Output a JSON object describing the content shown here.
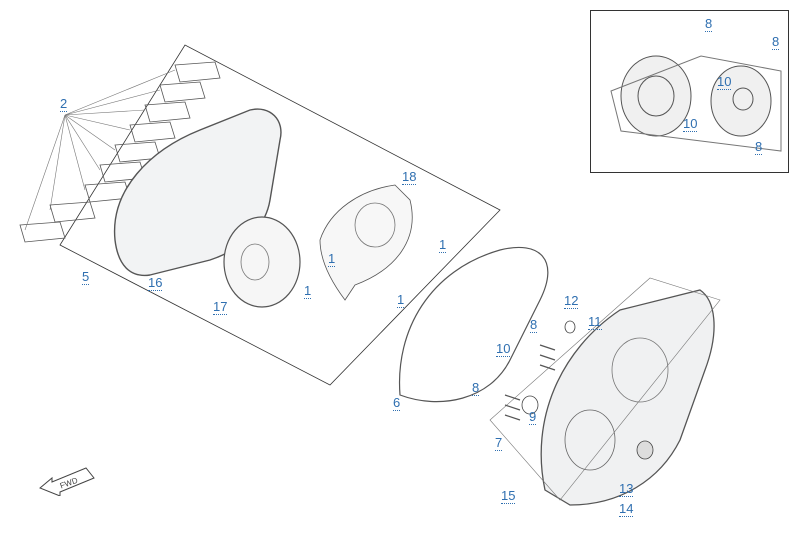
{
  "callouts": {
    "c1a": "1",
    "c1b": "1",
    "c1c": "1",
    "c1d": "1",
    "c2": "2",
    "c5": "5",
    "c6": "6",
    "c7": "7",
    "c8a": "8",
    "c8b": "8",
    "c9": "9",
    "c10": "10",
    "c11": "11",
    "c12": "12",
    "c13": "13",
    "c14": "14",
    "c15": "15",
    "c16": "16",
    "c17": "17",
    "c18": "18"
  },
  "inset": {
    "c8a": "8",
    "c8b": "8",
    "c8c": "8",
    "c10a": "10",
    "c10b": "10"
  },
  "forward_arrow_label": "FWD",
  "colors": {
    "callout": "#2f6fb0",
    "line": "#333333",
    "part": "#9aa0a6"
  }
}
